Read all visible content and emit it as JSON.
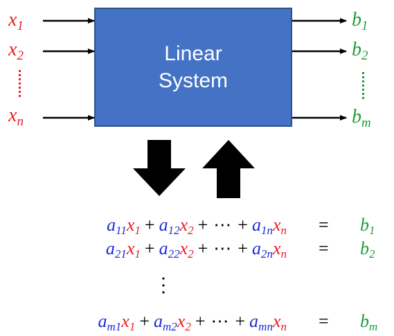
{
  "system_box": {
    "line1": "Linear",
    "line2": "System"
  },
  "inputs": [
    {
      "base": "x",
      "sub": "1"
    },
    {
      "base": "x",
      "sub": "2"
    },
    {
      "base": "x",
      "sub": "n"
    }
  ],
  "outputs": [
    {
      "base": "b",
      "sub": "1"
    },
    {
      "base": "b",
      "sub": "2"
    },
    {
      "base": "b",
      "sub": "m"
    }
  ],
  "equations": [
    {
      "terms": [
        {
          "coef": "a",
          "coef_sub": "11",
          "var": "x",
          "var_sub": "1"
        },
        {
          "coef": "a",
          "coef_sub": "12",
          "var": "x",
          "var_sub": "2"
        },
        {
          "coef": "a",
          "coef_sub": "1n",
          "var": "x",
          "var_sub": "n"
        }
      ],
      "plus": "+",
      "cdots": "⋯",
      "equals": "=",
      "rhs": "b",
      "rhs_sub": "1"
    },
    {
      "terms": [
        {
          "coef": "a",
          "coef_sub": "21",
          "var": "x",
          "var_sub": "1"
        },
        {
          "coef": "a",
          "coef_sub": "22",
          "var": "x",
          "var_sub": "2"
        },
        {
          "coef": "a",
          "coef_sub": "2n",
          "var": "x",
          "var_sub": "n"
        }
      ],
      "plus": "+",
      "cdots": "⋯",
      "equals": "=",
      "rhs": "b",
      "rhs_sub": "2"
    },
    {
      "terms": [
        {
          "coef": "a",
          "coef_sub": "m1",
          "var": "x",
          "var_sub": "1"
        },
        {
          "coef": "a",
          "coef_sub": "m2",
          "var": "x",
          "var_sub": "2"
        },
        {
          "coef": "a",
          "coef_sub": "mn",
          "var": "x",
          "var_sub": "n"
        }
      ],
      "plus": "+",
      "cdots": "⋯",
      "equals": "=",
      "rhs": "b",
      "rhs_sub": "m"
    }
  ],
  "colors": {
    "inputs": "#ea1c24",
    "outputs": "#1e9c3a",
    "coefficients": "#1f2bd6",
    "box_fill": "#4472c4"
  },
  "icons": [
    "down-arrow-icon",
    "up-arrow-icon",
    "right-arrow-icon",
    "vertical-ellipsis-icon"
  ]
}
